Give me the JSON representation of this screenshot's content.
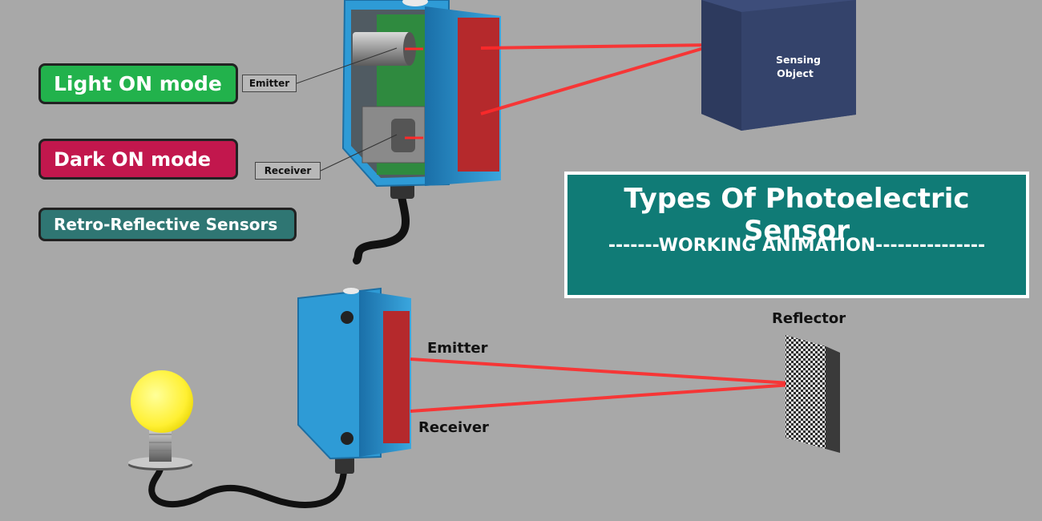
{
  "modes": {
    "light_on": "Light ON mode",
    "dark_on": "Dark ON mode",
    "retro_reflective": "Retro-Reflective Sensors"
  },
  "callouts": {
    "emitter": "Emitter",
    "receiver": "Receiver"
  },
  "sensing_object": {
    "line1": "Sensing",
    "line2": "Object"
  },
  "title_box": {
    "title": "Types Of Photoelectric Sensor",
    "subtitle": "-------WORKING ANIMATION---------------"
  },
  "retro_diagram": {
    "emitter_label": "Emitter",
    "receiver_label": "Receiver",
    "reflector_label": "Reflector"
  },
  "colors": {
    "background": "#a8a8a8",
    "light_on": "#22b24c",
    "dark_on": "#c2174d",
    "retro": "#2f7673",
    "title_box": "#107b76",
    "sensor_body": "#2e9bd6",
    "sensor_lens": "#b5292c",
    "beam": "#ff2a2a",
    "object": "#3d4d7a",
    "bulb": "#fff033"
  },
  "icons": [
    "lamp-icon",
    "reflector-icon",
    "sensor-icon"
  ]
}
